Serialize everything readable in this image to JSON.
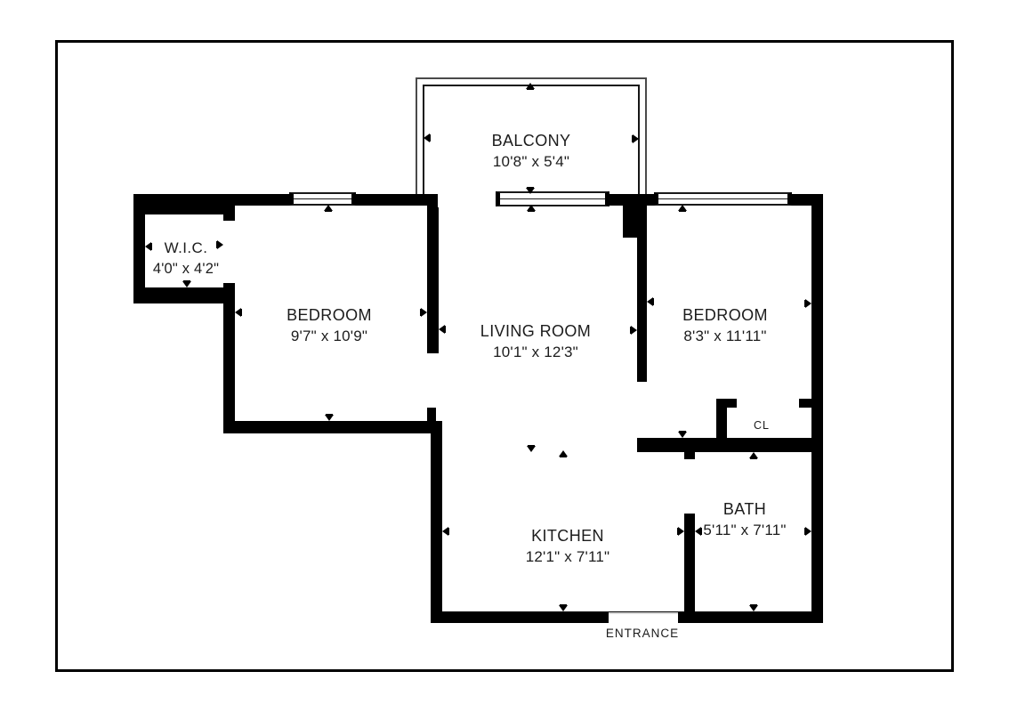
{
  "floorplan": {
    "rooms": {
      "balcony": {
        "name": "BALCONY",
        "dims": "10'8\" x 5'4\""
      },
      "wic": {
        "name": "W.I.C.",
        "dims": "4'0\" x 4'2\""
      },
      "bedroom_left": {
        "name": "BEDROOM",
        "dims": "9'7\" x 10'9\""
      },
      "living_room": {
        "name": "LIVING ROOM",
        "dims": "10'1\" x 12'3\""
      },
      "bedroom_right": {
        "name": "BEDROOM",
        "dims": "8'3\" x 11'11\""
      },
      "closet": {
        "name": "CL"
      },
      "bath": {
        "name": "BATH",
        "dims": "5'11\" x 7'11\""
      },
      "kitchen": {
        "name": "KITCHEN",
        "dims": "12'1\" x 7'11\""
      }
    },
    "entrance_label": "ENTRANCE",
    "colors": {
      "wall": "#000000",
      "background": "#ffffff",
      "text": "#1c1c1c"
    }
  }
}
